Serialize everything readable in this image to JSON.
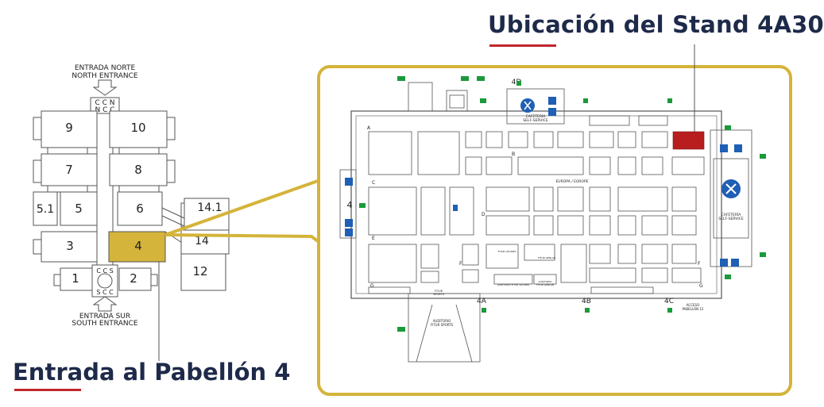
{
  "headings": {
    "stand_location": "Ubicación del Stand 4A30",
    "hall_entrance": "Entrada al Pabellón 4"
  },
  "colors": {
    "title_text": "#1e2a4a",
    "title_underline": "#c0272d",
    "highlight_hall": "#d4b43a",
    "highlight_stand": "#b81e1e",
    "frame_border": "#d4b43a",
    "map_lines": "#555555"
  },
  "site_map": {
    "north_entrance": [
      "ENTRADA NORTE",
      "NORTH ENTRANCE"
    ],
    "south_entrance": [
      "ENTRADA SUR",
      "SOUTH ENTRANCE"
    ],
    "ccn": [
      "C C N",
      "N C C"
    ],
    "ccs": [
      "C C S",
      "S C C"
    ],
    "halls": {
      "h9": "9",
      "h10": "10",
      "h7": "7",
      "h8": "8",
      "h51": "5.1",
      "h5": "5",
      "h6": "6",
      "h141": "14.1",
      "h3": "3",
      "h4": "4",
      "h14": "14",
      "h12": "12",
      "h1": "1",
      "h2": "2"
    },
    "highlighted_hall": "4"
  },
  "floor_plan": {
    "hall_number": "4",
    "rows": [
      "A",
      "B",
      "C",
      "D",
      "E",
      "F",
      "G",
      "F",
      "G"
    ],
    "aisle_label": "EUROPA / EUROPE",
    "cafeteria_top": [
      "CAFETERÍA",
      "SELF-SERVICE"
    ],
    "cafeteria_right": [
      "CAFETERÍA",
      "SELF-SERVICE"
    ],
    "fitur_sports": [
      "FITUR",
      "SPORTS"
    ],
    "auditorio_sports": [
      "AUDITORIO",
      "FITUR SPORTS"
    ],
    "fitur_cruises": [
      "FITUR CRUISES"
    ],
    "fitur_genlab": [
      "FITUR GENLAB"
    ],
    "auditorio_cruises": [
      "AUDITORIO FITUR CRUISES"
    ],
    "auditorio_genlab": [
      "AUDITORIO",
      "FITUR GENLAB"
    ],
    "acceso": [
      "ACCESO",
      "PABELLÓN 12"
    ],
    "gates": [
      "4A",
      "4B",
      "4C",
      "4D"
    ],
    "stand_id": "4A30"
  }
}
